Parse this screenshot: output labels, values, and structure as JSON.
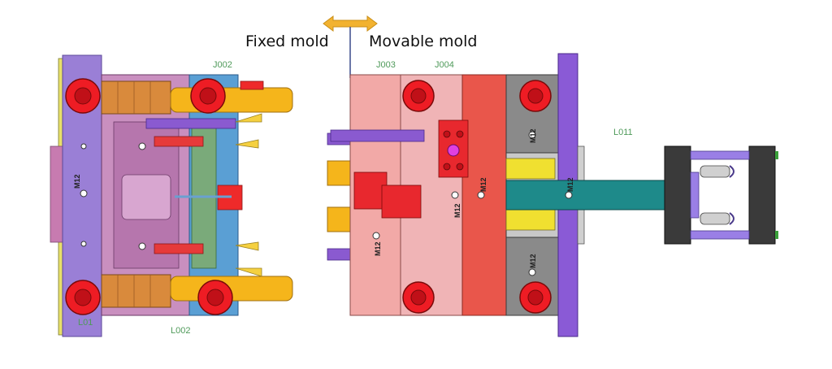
{
  "labels": {
    "fixed_mold": "Fixed mold",
    "movable_mold": "Movable mold"
  },
  "part_tags": {
    "j002": "J002",
    "j003": "J003",
    "j004": "J004",
    "l011": "L011",
    "l002": "L002",
    "l001": "L01"
  },
  "bolt_marks": {
    "m12": "M12"
  },
  "icons": {
    "motion_arrow": "double-arrow-horizontal"
  },
  "colors": {
    "clamp_plate": "#9a7fd6",
    "pink_plate": "#f2a9a7",
    "red_plate": "#e9564b",
    "bolt_red": "#ee1c24",
    "guide_orange": "#f5b51b",
    "teal_rod": "#1e8a8a",
    "arrow": "#f2b230"
  }
}
